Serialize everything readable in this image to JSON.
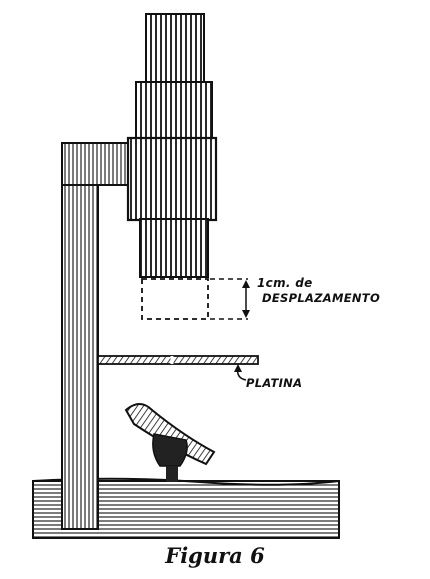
{
  "labels": {
    "displacement_line1": "1cm. de",
    "displacement_line2": "DESPLAZAMENTO",
    "stage": "PLATINA"
  },
  "caption": "Figura 6",
  "colors": {
    "ink": "#111111",
    "paper": "#ffffff"
  }
}
